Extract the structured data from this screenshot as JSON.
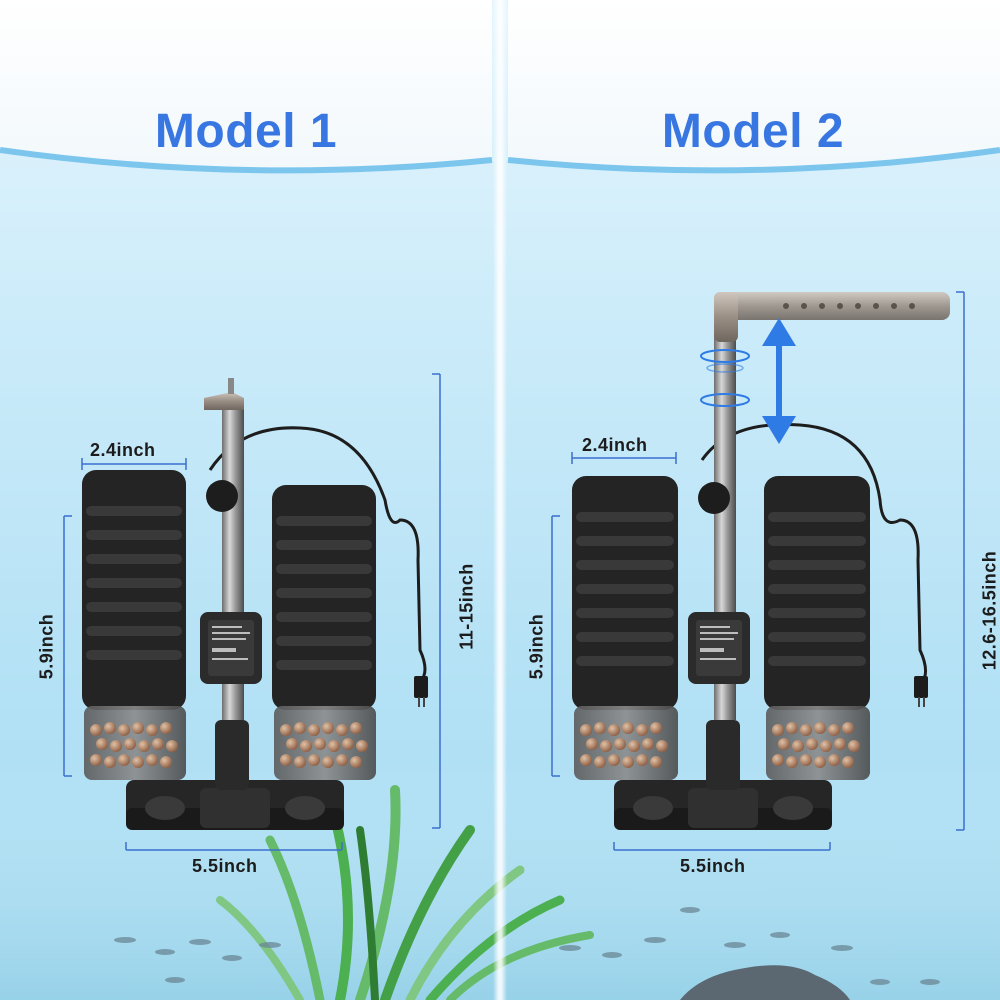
{
  "panels": {
    "left": {
      "title": "Model 1"
    },
    "right": {
      "title": "Model 2"
    }
  },
  "dimensions": {
    "model1": {
      "sponge_width": "2.4inch",
      "sponge_height": "5.9inch",
      "base_width": "5.5inch",
      "total_height": "11-15inch"
    },
    "model2": {
      "sponge_width": "2.4inch",
      "sponge_height": "5.9inch",
      "base_width": "5.5inch",
      "total_height": "12.6-16.5inch"
    }
  },
  "colors": {
    "title": "#3877e1",
    "dimension_line": "#3a6fcf",
    "arrow": "#2e7be6",
    "sponge": "#232323"
  },
  "icons": [
    "adjust-height-arrow-icon",
    "plug-icon"
  ]
}
